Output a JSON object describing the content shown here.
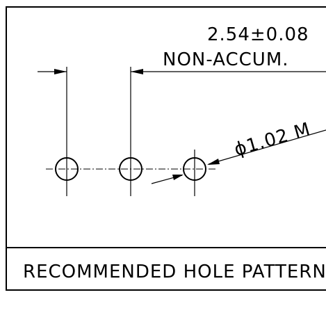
{
  "dimension": {
    "spacing_text": "2.54±0.08",
    "note_text": "NON-ACCUM."
  },
  "hole_callout": {
    "diameter_text": "ϕ1.02 M"
  },
  "title_block": {
    "label": "RECOMMENDED HOLE PATTERN"
  },
  "colors": {
    "line": "#000000",
    "background": "#ffffff"
  }
}
